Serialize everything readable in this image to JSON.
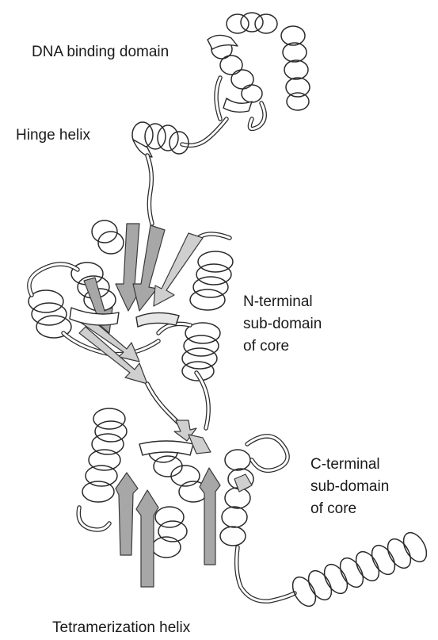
{
  "labels": {
    "dna_binding_domain": "DNA binding domain",
    "hinge_helix": "Hinge helix",
    "n_terminal_1": "N-terminal",
    "n_terminal_2": "sub-domain",
    "n_terminal_3": "of core",
    "c_terminal_1": "C-terminal",
    "c_terminal_2": "sub-domain",
    "c_terminal_3": "of core",
    "tetramerization_helix": "Tetramerization helix"
  },
  "colors": {
    "ribbon_outline": "#2a2a2a",
    "strand_fill": "#a7a7a7",
    "background": "#ffffff"
  }
}
